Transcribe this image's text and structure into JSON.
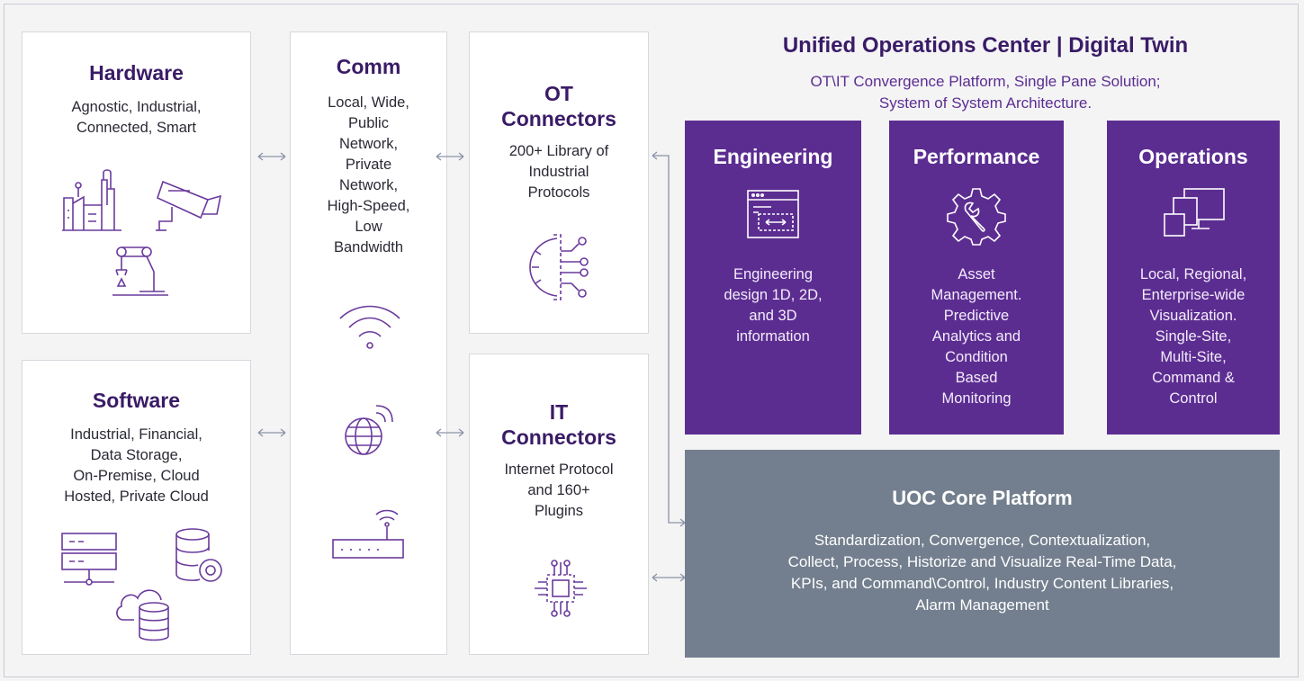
{
  "uoc": {
    "title": "Unified Operations Center | Digital Twin",
    "subtitle_line1": "OT\\IT Convergence Platform, Single Pane Solution;",
    "subtitle_line2": "System of System Architecture."
  },
  "hardware": {
    "title": "Hardware",
    "desc_lines": [
      "Agnostic, Industrial,",
      "Connected, Smart"
    ],
    "icons": [
      "factory-icon",
      "security-camera-icon",
      "robotic-arm-icon"
    ]
  },
  "software": {
    "title": "Software",
    "desc_lines": [
      "Industrial, Financial,",
      "Data Storage,",
      "On-Premise, Cloud",
      "Hosted, Private Cloud"
    ],
    "icons": [
      "server-icon",
      "database-gear-icon",
      "cloud-database-icon"
    ]
  },
  "comm": {
    "title": "Comm",
    "desc_lines": [
      "Local, Wide,",
      "Public",
      "Network,",
      "Private",
      "Network,",
      "High-Speed,",
      "Low",
      "Bandwidth"
    ],
    "icons": [
      "wifi-icon",
      "globe-signal-icon",
      "router-icon"
    ]
  },
  "ot": {
    "title_lines": [
      "OT",
      "Connectors"
    ],
    "desc_lines": [
      "200+ Library of",
      "Industrial",
      "Protocols"
    ],
    "icons": [
      "gear-circuit-icon"
    ]
  },
  "it": {
    "title_lines": [
      "IT",
      "Connectors"
    ],
    "desc_lines": [
      "Internet Protocol",
      "and 160+",
      "Plugins"
    ],
    "icons": [
      "chip-icon"
    ]
  },
  "engineering": {
    "title": "Engineering",
    "desc_lines": [
      "Engineering",
      "design 1D, 2D,",
      "and 3D",
      "information"
    ],
    "icons": [
      "blueprint-window-icon"
    ]
  },
  "performance": {
    "title": "Performance",
    "desc_lines": [
      "Asset",
      "Management.",
      "Predictive",
      "Analytics and",
      "Condition",
      "Based",
      "Monitoring"
    ],
    "icons": [
      "gear-wrench-icon"
    ]
  },
  "operations": {
    "title": "Operations",
    "desc_lines": [
      "Local, Regional,",
      "Enterprise-wide",
      "Visualization.",
      "Single-Site,",
      "Multi-Site,",
      "Command &",
      "Control"
    ],
    "icons": [
      "multi-screen-icon"
    ]
  },
  "core": {
    "title": "UOC Core Platform",
    "desc_lines": [
      "Standardization, Convergence, Contextualization,",
      "Collect, Process, Historize and Visualize Real-Time Data,",
      "KPIs, and Command\\Control, Industry Content Libraries,",
      "Alarm Management"
    ]
  },
  "colors": {
    "accent_purple": "#5c2d91",
    "title_purple": "#3a1b66",
    "core_gray": "#737f8e",
    "icon_purple": "#6a3a9c",
    "arrow_gray": "#8a93a6"
  }
}
